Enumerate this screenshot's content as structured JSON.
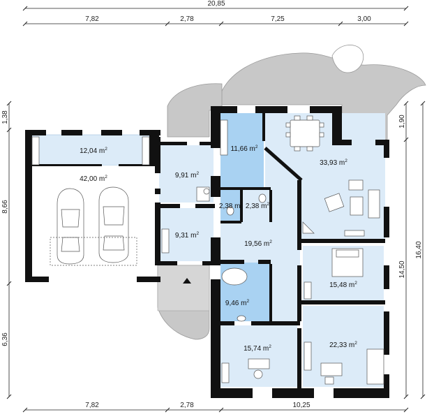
{
  "dimensions": {
    "top_total": "20,85",
    "top_segments": [
      "7,82",
      "2,78",
      "7,25",
      "3,00"
    ],
    "bottom_segments": [
      "7,82",
      "2,78",
      "10,25"
    ],
    "left_segments": [
      "1,38",
      "8,66",
      "6,36"
    ],
    "right_inner": [
      "1,90",
      "14,50"
    ],
    "right_total": "16,40"
  },
  "rooms": [
    {
      "id": "garage-storage",
      "area": "12,04 m",
      "unit_sup": "2"
    },
    {
      "id": "garage",
      "area": "42,00 m",
      "unit_sup": "2"
    },
    {
      "id": "utility",
      "area": "9,91 m",
      "unit_sup": "2"
    },
    {
      "id": "kitchen",
      "area": "11,66 m",
      "unit_sup": "2"
    },
    {
      "id": "living",
      "area": "33,93 m",
      "unit_sup": "2"
    },
    {
      "id": "wc-1",
      "area": "2,38 m",
      "unit_sup": "2"
    },
    {
      "id": "wc-2",
      "area": "2,38 m",
      "unit_sup": "2"
    },
    {
      "id": "office",
      "area": "9,31 m",
      "unit_sup": "2"
    },
    {
      "id": "hall",
      "area": "19,56 m",
      "unit_sup": "2"
    },
    {
      "id": "bedroom-1",
      "area": "15,48 m",
      "unit_sup": "2"
    },
    {
      "id": "bathroom",
      "area": "9,46 m",
      "unit_sup": "2"
    },
    {
      "id": "bedroom-2",
      "area": "15,74 m",
      "unit_sup": "2"
    },
    {
      "id": "bedroom-3",
      "area": "22,33 m",
      "unit_sup": "2"
    }
  ],
  "colors": {
    "room_fill": "#dcebf8",
    "wet_fill": "#a9d2f2",
    "terrace": "#c8c8c8",
    "wall": "#111111"
  }
}
